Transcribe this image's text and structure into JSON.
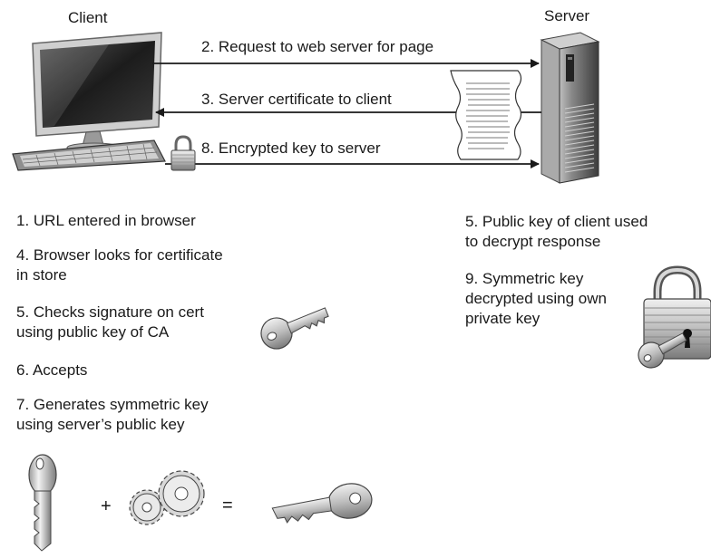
{
  "labels": {
    "client": "Client",
    "server": "Server"
  },
  "arrows": {
    "request": "2. Request to web server for page",
    "certificate": "3. Server certificate to client",
    "encrypted_key": "8. Encrypted key to server"
  },
  "client_steps": {
    "step1": "1. URL entered in browser",
    "step4_line1": "4. Browser looks for certificate",
    "step4_line2": "in store",
    "step5_line1": "5. Checks signature on cert",
    "step5_line2": "using public key of CA",
    "step6": "6. Accepts",
    "step7_line1": "7. Generates symmetric key",
    "step7_line2": "using server’s public key"
  },
  "server_steps": {
    "step5_line1": "5. Public key of client used",
    "step5_line2": "to decrypt response",
    "step9_line1": "9. Symmetric key",
    "step9_line2": "decrypted using own",
    "step9_line3": "private key"
  },
  "equation": {
    "plus": "+",
    "equals": "="
  },
  "colors": {
    "line": "#1a1a1a",
    "metal_light": "#d9d9d9",
    "metal_dark": "#8c8c8c"
  },
  "icons": [
    "computer-icon",
    "keyboard-icon",
    "server-icon",
    "certificate-icon",
    "padlock-icon",
    "key-icon",
    "gears-icon"
  ]
}
